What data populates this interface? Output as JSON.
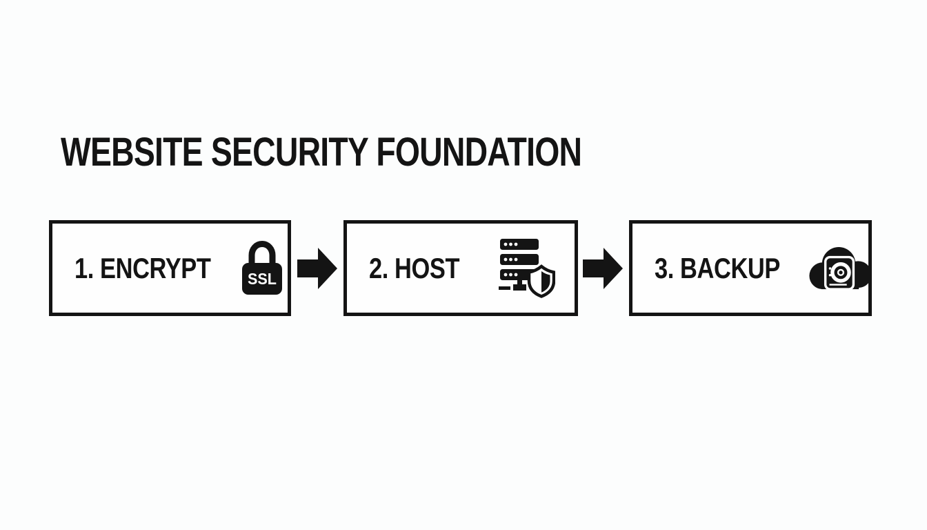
{
  "title": "WEBSITE SECURITY FOUNDATION",
  "steps": [
    {
      "label": "1. ENCRYPT",
      "icon": "ssl-padlock-icon",
      "icon_text": "SSL"
    },
    {
      "label": "2. HOST",
      "icon": "server-shield-icon"
    },
    {
      "label": "3. BACKUP",
      "icon": "cloud-safe-backup-icon"
    }
  ],
  "connectors": [
    {
      "icon": "arrow-right-icon"
    },
    {
      "icon": "arrow-right-icon"
    }
  ],
  "colors": {
    "background": "#fcfdfd",
    "ink": "#141414",
    "box_fill": "#fefefe",
    "icon_text_fill": "#ffffff"
  }
}
